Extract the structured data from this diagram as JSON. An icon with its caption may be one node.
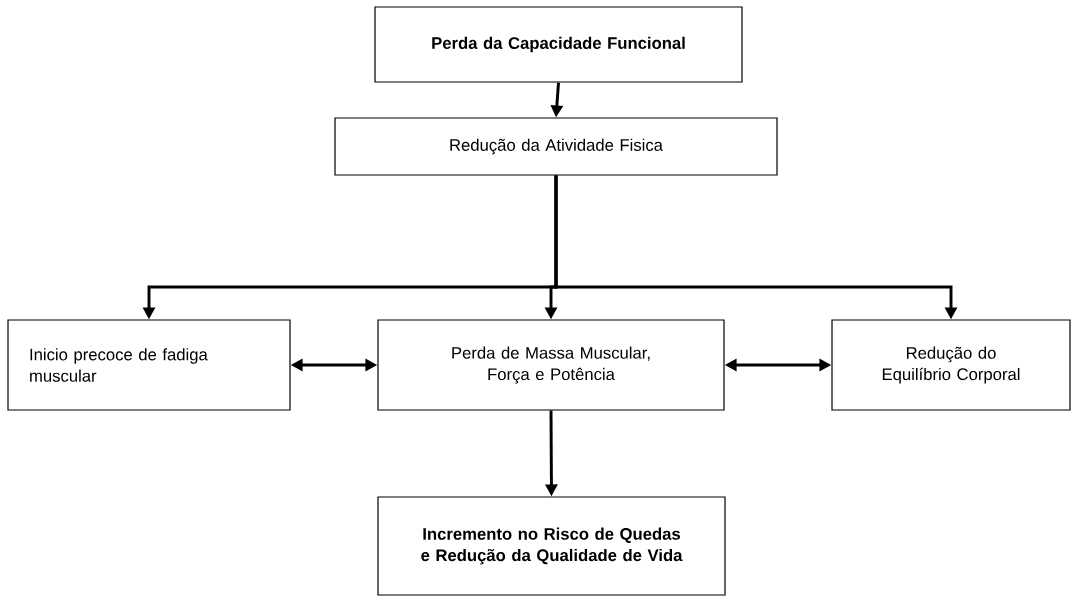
{
  "diagram": {
    "nodes": [
      {
        "text": [
          "Perda da Capacidade Funcional"
        ]
      },
      {
        "text": [
          "Redução da Atividade Fisica"
        ]
      },
      {
        "text": [
          "Inicio precoce de fadiga muscular"
        ]
      },
      {
        "text": [
          "Perda de Massa Muscular, Força e Potência"
        ]
      },
      {
        "text": [
          "Redução do Equilíbrio Corporal"
        ]
      },
      {
        "text": [
          "Incremento no Risco de Quedas e Redução da Qualidade de Vida"
        ]
      }
    ],
    "edges": [
      {
        "from": 0,
        "to": 1,
        "arrow": "to"
      },
      {
        "from": 1,
        "to": 2,
        "arrow": "to"
      },
      {
        "from": 1,
        "to": 3,
        "arrow": "to"
      },
      {
        "from": 1,
        "to": 4,
        "arrow": "to"
      },
      {
        "from": 2,
        "to": 3,
        "arrow": "both"
      },
      {
        "from": 3,
        "to": 4,
        "arrow": "both"
      },
      {
        "from": 3,
        "to": 5,
        "arrow": "to"
      }
    ]
  }
}
